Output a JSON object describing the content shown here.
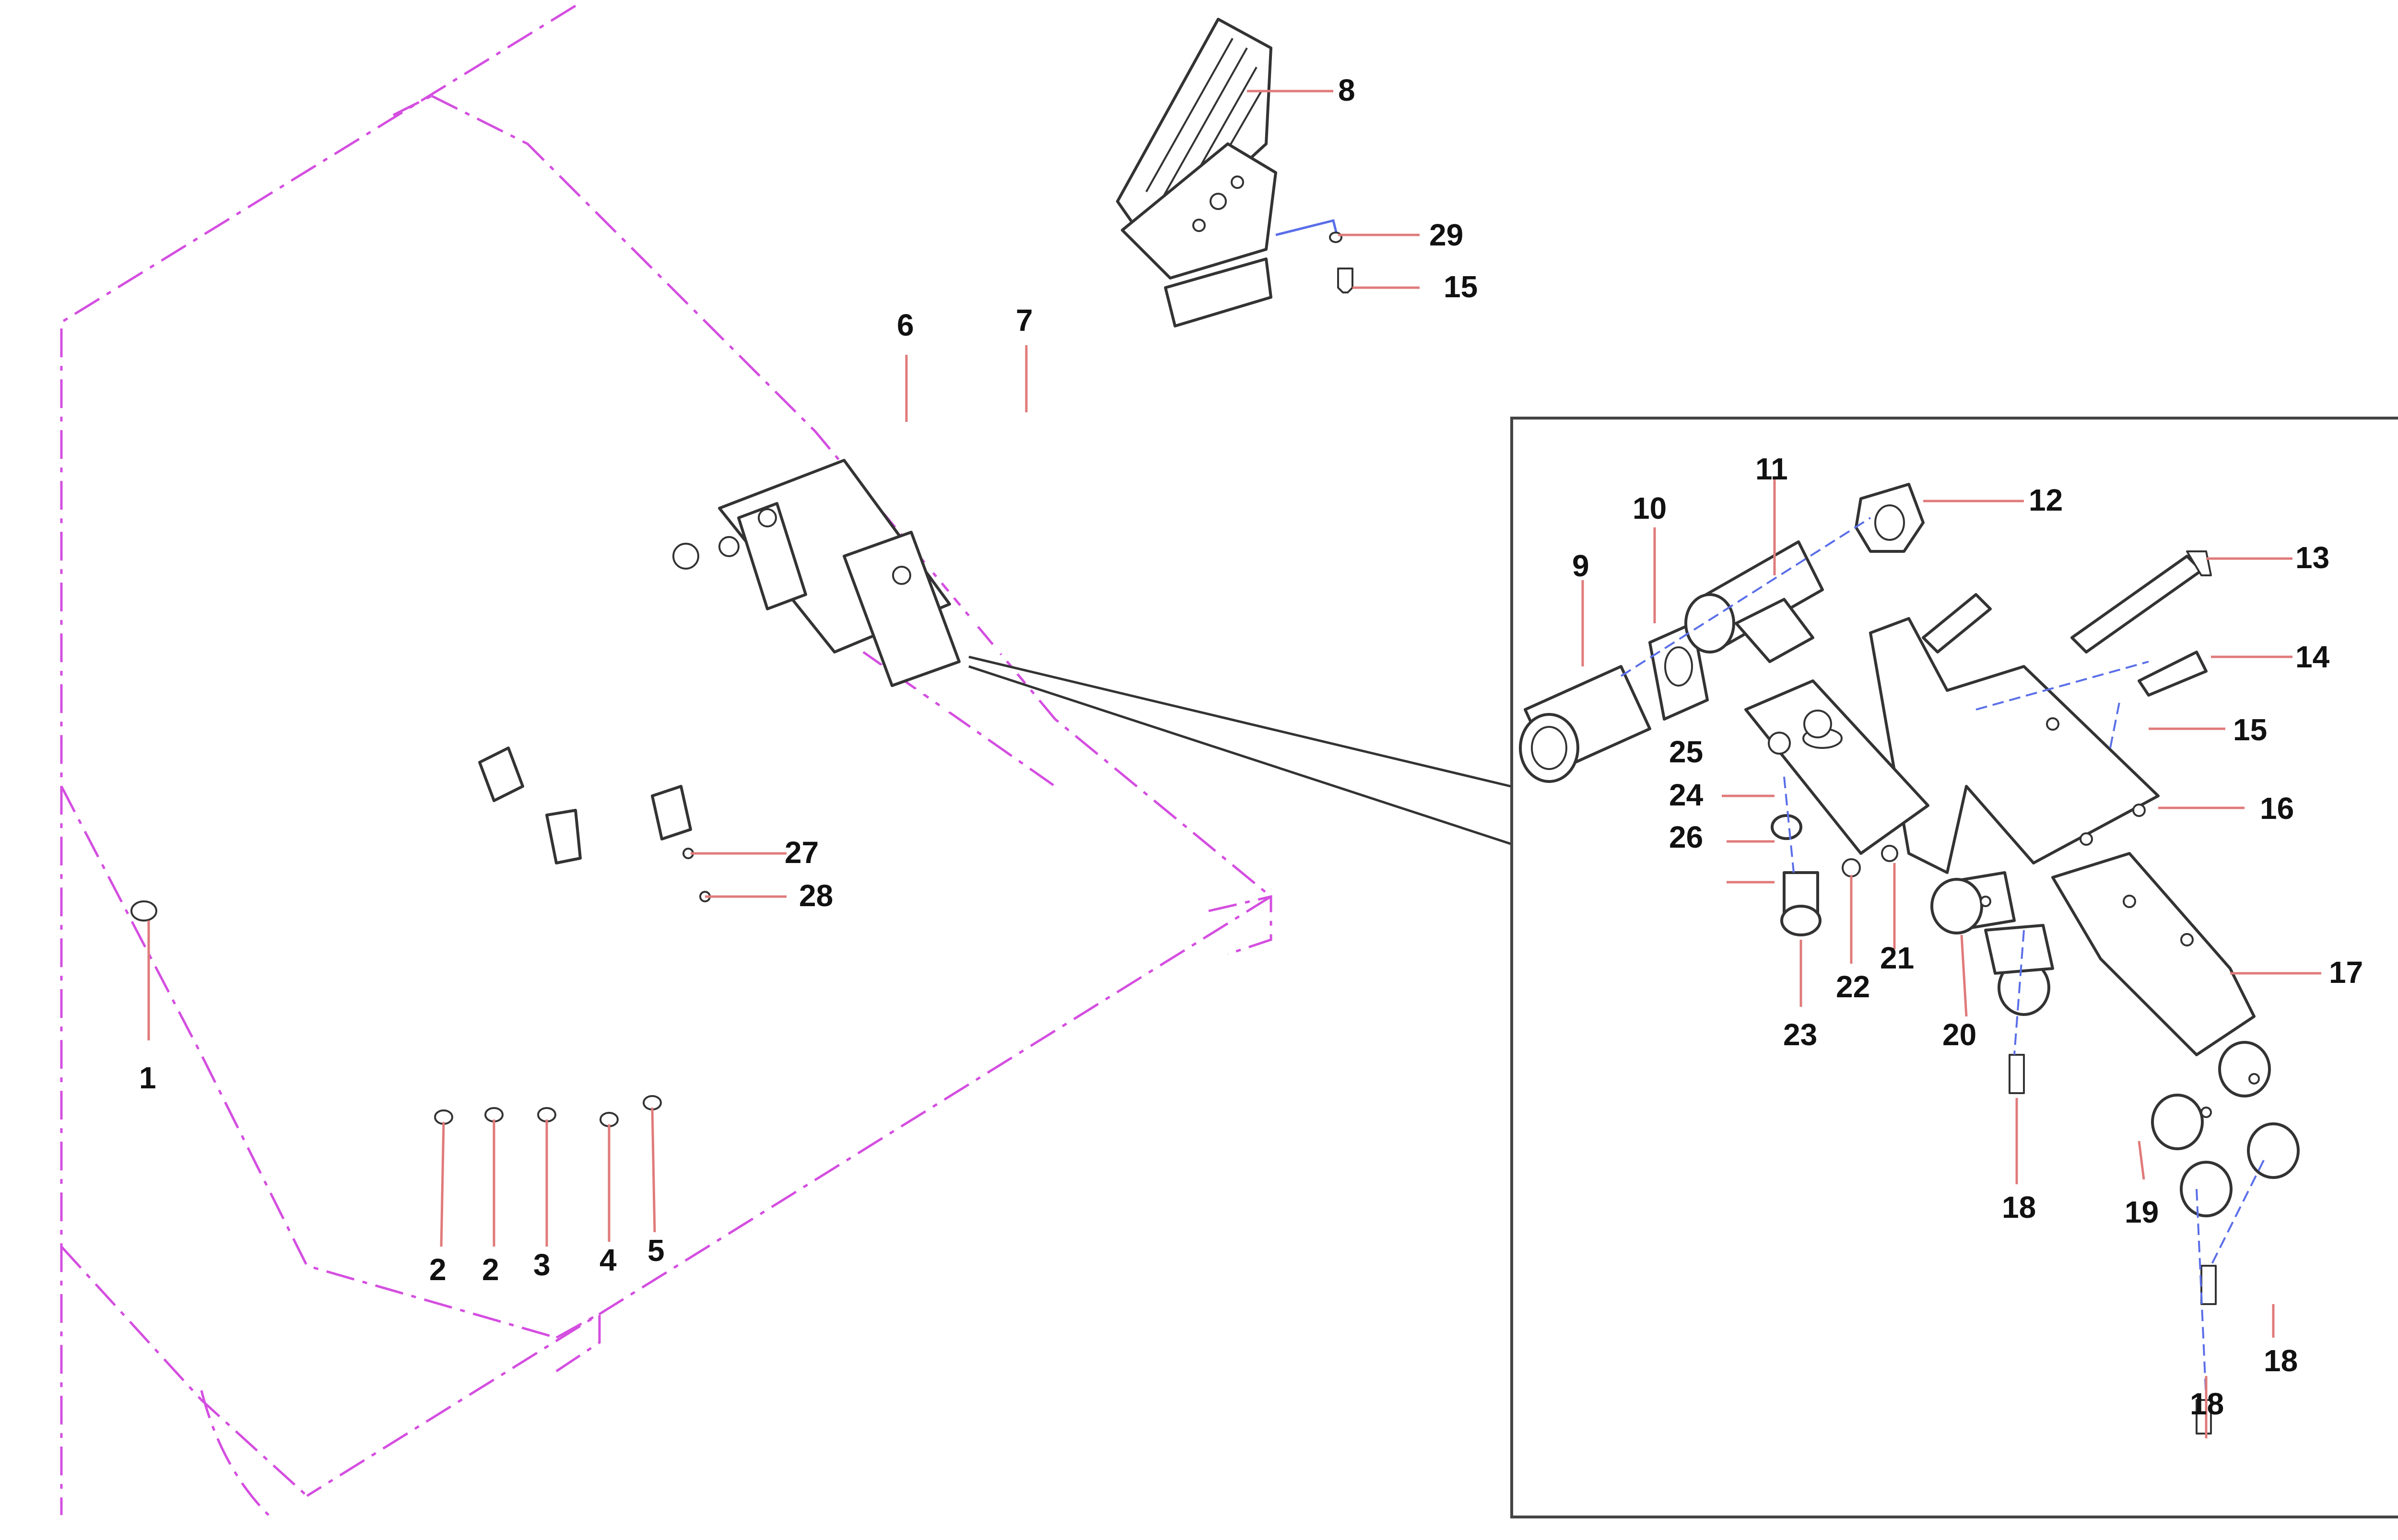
{
  "colors": {
    "background": "#ffffff",
    "line_art": "#333333",
    "phantom_outline": "#d44ee0",
    "leader_line": "#e07a7a",
    "axis_line": "#5a6ee8",
    "detail_frame": "#444444",
    "callout_text": "#111111"
  },
  "callouts": {
    "c1": "1",
    "c2a": "2",
    "c2b": "2",
    "c3": "3",
    "c4": "4",
    "c5": "5",
    "c6": "6",
    "c7": "7",
    "c8": "8",
    "c29": "29",
    "c15a": "15",
    "c27": "27",
    "c28": "28",
    "c9": "9",
    "c10": "10",
    "c11": "11",
    "c12": "12",
    "c13": "13",
    "c14": "14",
    "c15b": "15",
    "c16": "16",
    "c17": "17",
    "c18a": "18",
    "c18b": "18",
    "c18c": "18",
    "c19": "19",
    "c20": "20",
    "c21": "21",
    "c22": "22",
    "c23": "23",
    "c24": "24",
    "c25": "25",
    "c26": "26"
  }
}
